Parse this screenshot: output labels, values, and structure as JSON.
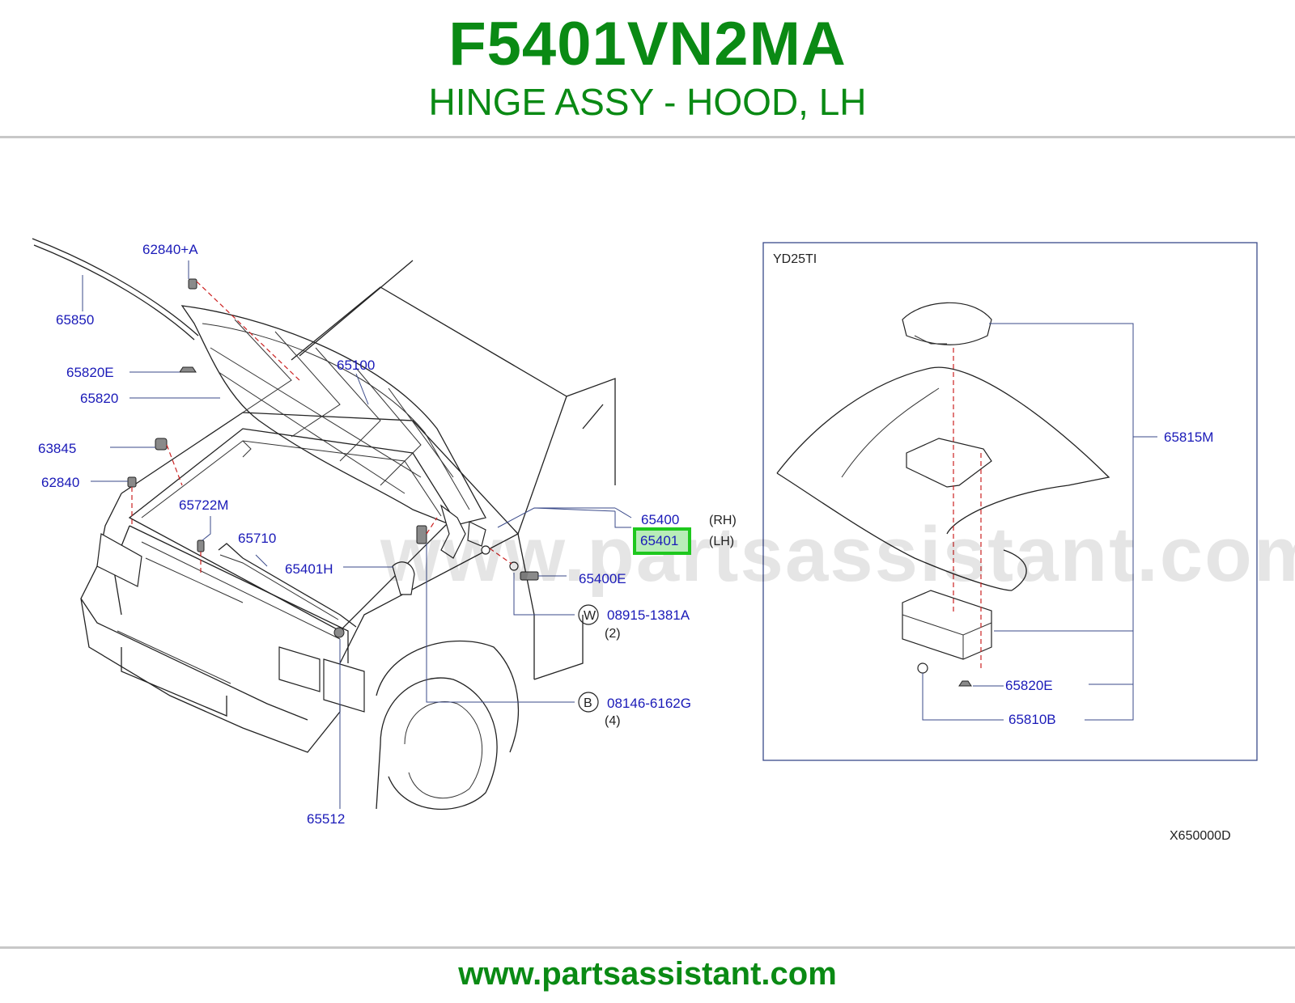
{
  "header": {
    "part_number": "F5401VN2MA",
    "part_name": "HINGE ASSY - HOOD, LH"
  },
  "footer": {
    "website": "www.partsassistant.com"
  },
  "watermark": "www.partsassistant.com",
  "colors": {
    "title_green": "#0a8a14",
    "callout_blue": "#1a1ab8",
    "highlight_green": "#1ec81e",
    "highlight_fill": "#b8ecb8",
    "divider_gray": "#c8c8c8"
  },
  "diagram": {
    "drawing_code": "X650000D",
    "inset_label": "YD25TI",
    "callouts": {
      "c62840A": "62840+A",
      "c65850": "65850",
      "c65820E": "65820E",
      "c65820": "65820",
      "c65100": "65100",
      "c63845": "63845",
      "c62840": "62840",
      "c65722M": "65722M",
      "c65710": "65710",
      "c65401H": "65401H",
      "c65400": "65400",
      "c65401": "65401",
      "c65400E": "65400E",
      "c08915": "08915-1381A",
      "c08146": "08146-6162G",
      "c65512": "65512",
      "c65815M": "65815M",
      "c65820E_inset": "65820E",
      "c65810B": "65810B"
    },
    "notes": {
      "rh": "(RH)",
      "lh": "(LH)",
      "qty2": "(2)",
      "qty4": "(4)",
      "w": "W",
      "b": "B"
    }
  }
}
